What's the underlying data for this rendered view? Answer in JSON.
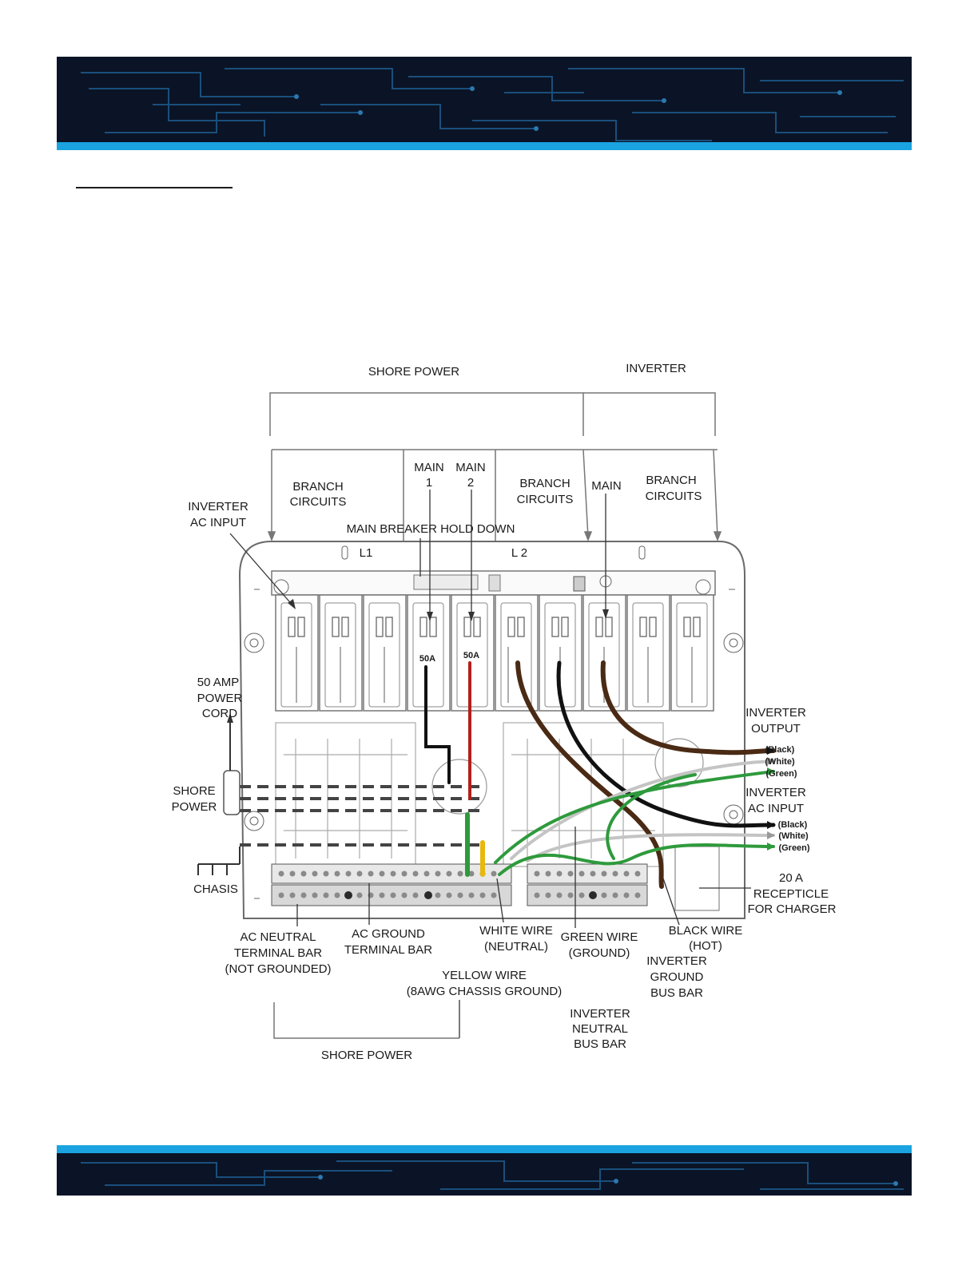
{
  "header": {
    "accent_color": "#1aa3e0",
    "banner_color": "#0a1426"
  },
  "diagram": {
    "shore_power_top": "SHORE POWER",
    "inverter_top": "INVERTER",
    "branch_circuits_1": [
      "BRANCH",
      "CIRCUITS"
    ],
    "main_1": [
      "MAIN",
      "1"
    ],
    "main_2": [
      "MAIN",
      "2"
    ],
    "branch_circuits_2": [
      "BRANCH",
      "CIRCUITS"
    ],
    "main_inverter": "MAIN",
    "branch_circuits_3": [
      "BRANCH",
      "CIRCUITS"
    ],
    "inverter_ac_input_left": [
      "INVERTER",
      "AC INPUT"
    ],
    "main_breaker_hold_down": "MAIN BREAKER HOLD DOWN",
    "l1": "L1",
    "l2": "L 2",
    "breaker_rating_1": "50A",
    "breaker_rating_2": "50A",
    "power_cord": [
      "50 AMP",
      "POWER",
      "CORD"
    ],
    "shore_power_left": [
      "SHORE",
      "POWER"
    ],
    "chasis": "CHASIS",
    "inverter_output": [
      "INVERTER",
      "OUTPUT"
    ],
    "output_wires": [
      "(Black)",
      "(White)",
      "(Green)"
    ],
    "inverter_ac_input_right": [
      "INVERTER",
      "AC INPUT"
    ],
    "input_wires": [
      "(Black)",
      "(White)",
      "(Green)"
    ],
    "receptacle": [
      "20 A",
      "RECEPTICLE",
      "FOR CHARGER"
    ],
    "ac_neutral_bar": [
      "AC NEUTRAL",
      "TERMINAL BAR",
      "(NOT GROUNDED)"
    ],
    "ac_ground_bar": [
      "AC GROUND",
      "TERMINAL BAR"
    ],
    "white_wire": [
      "WHITE WIRE",
      "(NEUTRAL)"
    ],
    "green_wire": [
      "GREEN WIRE",
      "(GROUND)"
    ],
    "black_wire": [
      "BLACK WIRE",
      "(HOT)"
    ],
    "inverter_ground_bus": [
      "INVERTER",
      "GROUND",
      "BUS BAR"
    ],
    "yellow_wire": [
      "YELLOW WIRE",
      "(8AWG CHASSIS GROUND)"
    ],
    "inverter_neutral_bus": [
      "INVERTER",
      "NEUTRAL",
      "BUS BAR"
    ],
    "shore_power_bottom": "SHORE POWER",
    "wire_colors": {
      "black": "#111111",
      "red": "#b3201a",
      "brown": "#4a2a14",
      "green": "#2e9a3c",
      "white": "#c4c4c4",
      "yellow": "#e8b80c"
    }
  }
}
